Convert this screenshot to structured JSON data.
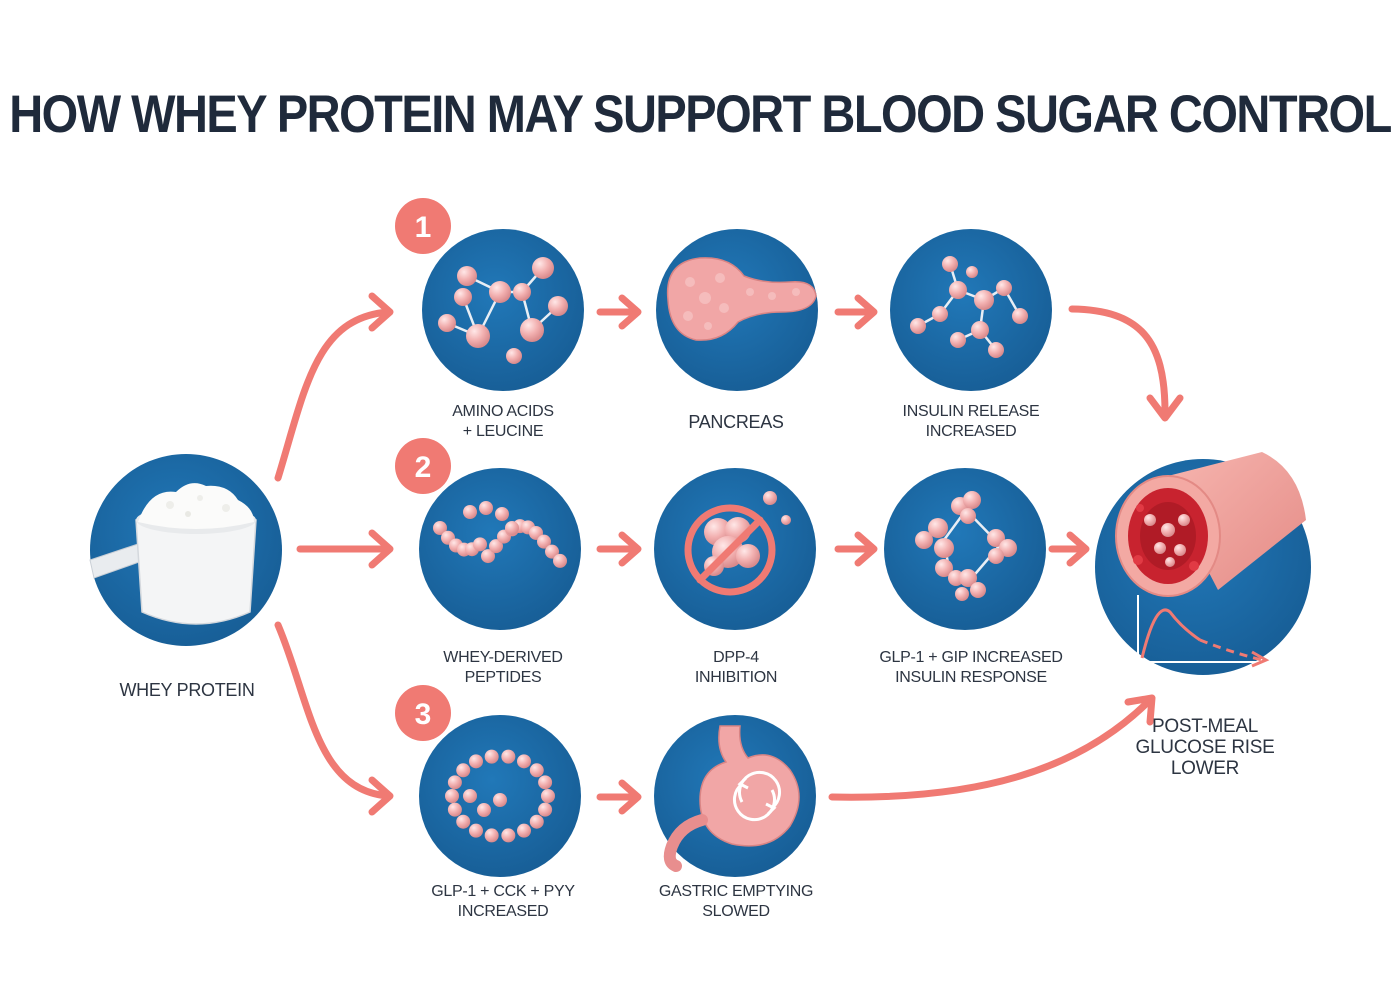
{
  "title": "HOW WHEY PROTEIN MAY SUPPORT BLOOD SUGAR CONTROL",
  "colors": {
    "circle": "#1c6aa6",
    "arrow": "#f07a73",
    "badge": "#f07a73",
    "molecule": "#f3b4b4",
    "text": "#2d3542",
    "title": "#1f2a3b"
  },
  "steps": [
    {
      "number": "1"
    },
    {
      "number": "2"
    },
    {
      "number": "3"
    }
  ],
  "nodes": {
    "whey": {
      "line1": "WHEY PROTEIN",
      "line2": ""
    },
    "amino": {
      "line1": "AMINO ACIDS",
      "line2": "+ LEUCINE"
    },
    "pancreas": {
      "line1": "PANCREAS",
      "line2": ""
    },
    "insulin": {
      "line1": "INSULIN RELEASE",
      "line2": "INCREASED"
    },
    "peptides": {
      "line1": "WHEY-DERIVED",
      "line2": "PEPTIDES"
    },
    "dpp4": {
      "line1": "DPP-4",
      "line2": "INHIBITION"
    },
    "glpgip": {
      "line1": "GLP-1 + GIP INCREASED",
      "line2": "INSULIN RESPONSE"
    },
    "glpcck": {
      "line1": "GLP-1 + CCK + PYY",
      "line2": "INCREASED"
    },
    "gastric": {
      "line1": "GASTRIC EMPTYING",
      "line2": "SLOWED"
    },
    "glucose": {
      "line1": "POST-MEAL",
      "line2": "GLUCOSE RISE",
      "line3": "LOWER"
    }
  }
}
